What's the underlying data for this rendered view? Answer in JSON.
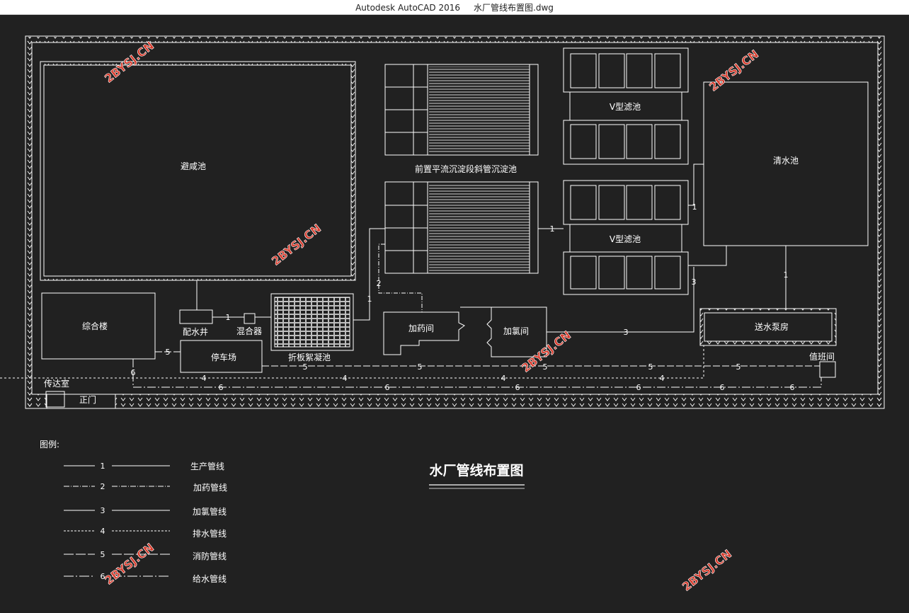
{
  "window": {
    "title": "Autodesk AutoCAD 2016     水厂管线布置图.dwg"
  },
  "colors": {
    "background": "#212121",
    "lines": "#ffffff",
    "watermark": "#d93a2b",
    "titlebar": "#ffffff"
  },
  "labels": {
    "surge_pool": "避咸池",
    "sed_tank": "前置平流沉淀段斜管沉淀池",
    "v_filter_top": "V型滤池",
    "v_filter_bottom": "V型滤池",
    "clear_pool": "清水池",
    "office": "综合楼",
    "distrib_well": "配水井",
    "mixer": "混合器",
    "floc_tank": "折板絮凝池",
    "dosing_room": "加药间",
    "chlorine_room": "加氯间",
    "pump_house": "送水泵房",
    "parking": "停车场",
    "duty_room": "值班间",
    "gatehouse": "传达室",
    "main_gate": "正门"
  },
  "pipe_marks": {
    "one": "1",
    "two": "2",
    "three": "3",
    "four": "4",
    "five": "5",
    "six": "6"
  },
  "legend": {
    "title": "图例:",
    "items": [
      {
        "num": "1",
        "label": "生产管线",
        "style": "solid"
      },
      {
        "num": "2",
        "label": "加药管线",
        "style": "dashdot"
      },
      {
        "num": "3",
        "label": "加氯管线",
        "style": "solid"
      },
      {
        "num": "4",
        "label": "排水管线",
        "style": "dashed"
      },
      {
        "num": "5",
        "label": "消防管线",
        "style": "longdash"
      },
      {
        "num": "6",
        "label": "给水管线",
        "style": "longdashdot"
      }
    ]
  },
  "drawing_title": "水厂管线布置图",
  "watermark": "2BYSJ.CN"
}
